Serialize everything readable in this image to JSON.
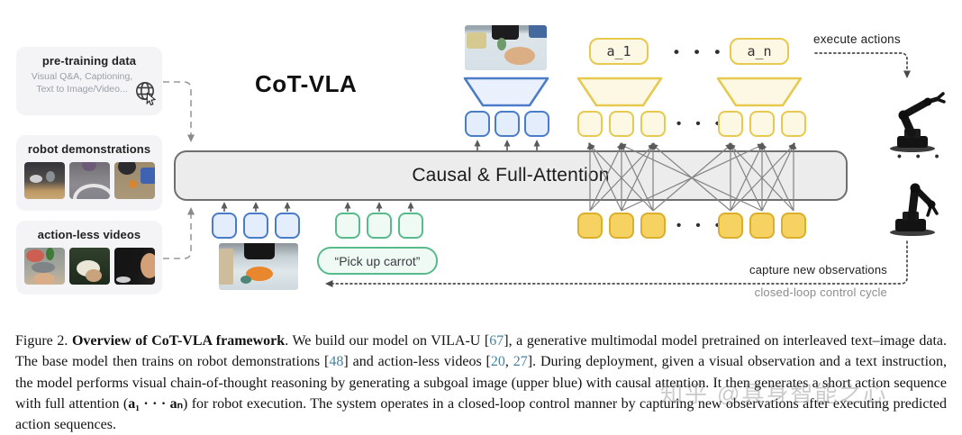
{
  "figure": {
    "model_title": "CoT-VLA",
    "boxes": {
      "pretraining": {
        "title": "pre-training data",
        "subtitle": "Visual Q&A, Captioning, Text to Image/Video...",
        "icon": "globe-cursor-icon"
      },
      "robot_demos": {
        "title": "robot demonstrations"
      },
      "actionless": {
        "title": "action-less videos"
      }
    },
    "attention_bar_label": "Causal & Full-Attention",
    "action_chunks": {
      "first": "a_1",
      "last": "a_n"
    },
    "dots": "• • •",
    "instruction_text": "“Pick up carrot”",
    "labels": {
      "execute_actions": "execute actions",
      "capture_new_observations": "capture new observations",
      "closed_loop": "closed-loop control cycle"
    }
  },
  "caption": {
    "segments": [
      {
        "style": "plain",
        "text": "Figure 2.  "
      },
      {
        "style": "bold",
        "text": "Overview of CoT-VLA framework"
      },
      {
        "style": "plain",
        "text": ".  We build our model on VILA-U ["
      },
      {
        "style": "cite",
        "text": "67"
      },
      {
        "style": "plain",
        "text": "], a generative multimodal model pretrained on interleaved text–image data. The base model then trains on robot demonstrations ["
      },
      {
        "style": "cite",
        "text": "48"
      },
      {
        "style": "plain",
        "text": "] and action-less videos ["
      },
      {
        "style": "cite",
        "text": "20"
      },
      {
        "style": "plain",
        "text": ", "
      },
      {
        "style": "cite",
        "text": "27"
      },
      {
        "style": "plain",
        "text": "]. During deployment, given a visual observation and a text instruction, the model performs visual chain-of-thought reasoning by generating a subgoal image (upper blue) with causal attention. It then generates a short action sequence with full attention ("
      },
      {
        "style": "math",
        "text": "a₁ · · · aₙ"
      },
      {
        "style": "plain",
        "text": ") for robot execution. The system operates in a closed-loop control manner by capturing new observations after executing predicted action sequences."
      }
    ]
  },
  "watermark": "知乎 @具身智能之心",
  "colors": {
    "blue_border": "#4a7cc7",
    "blue_fill": "#e3edfb",
    "yellow_border": "#e6c94e",
    "yellow_fill_pale": "#fdf8e3",
    "yellow_fill_solid": "#f6d262",
    "green_border": "#57bb8c",
    "green_fill": "#f0faf5",
    "bar_fill": "#ececec",
    "bar_border": "#6f6f6f",
    "cite_color": "#4682a0"
  }
}
